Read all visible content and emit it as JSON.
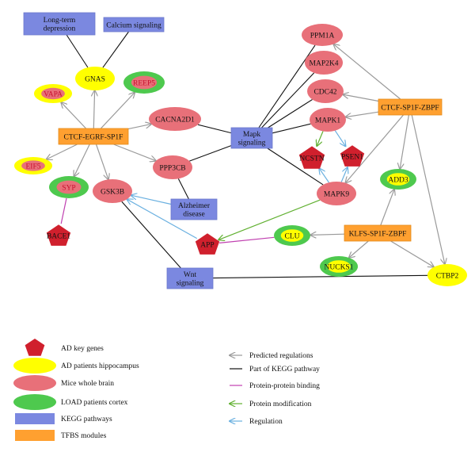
{
  "nodes": {
    "long_term_depression": {
      "label_lines": [
        "Long-term",
        "depression"
      ],
      "type": "kegg"
    },
    "calcium_signaling": {
      "label_lines": [
        "Calcium signaling"
      ],
      "type": "kegg"
    },
    "gnas": {
      "label_lines": [
        "GNAS"
      ],
      "type": "ad_hippocampus"
    },
    "vapa": {
      "label_lines": [
        "VAPA"
      ],
      "type": "ad_hippocampus_mice"
    },
    "reep5": {
      "label_lines": [
        "REEP5"
      ],
      "type": "load_cortex_mice"
    },
    "ctcf_egrf_sp1f": {
      "label_lines": [
        "CTCF-EGRF-SP1F"
      ],
      "type": "tfbs"
    },
    "cacna2d1": {
      "label_lines": [
        "CACNA2D1"
      ],
      "type": "mice"
    },
    "eif5": {
      "label_lines": [
        "EIF5"
      ],
      "type": "ad_hippocampus_mice"
    },
    "syp": {
      "label_lines": [
        "SYP"
      ],
      "type": "load_cortex_mice"
    },
    "ppp3cb": {
      "label_lines": [
        "PPP3CB"
      ],
      "type": "mice"
    },
    "gsk3b": {
      "label_lines": [
        "GSK3B"
      ],
      "type": "mice"
    },
    "bace1": {
      "label_lines": [
        "BACE1"
      ],
      "type": "ad_key"
    },
    "alzheimer_disease": {
      "label_lines": [
        "Alzheimer",
        "disease"
      ],
      "type": "kegg"
    },
    "app": {
      "label_lines": [
        "APP"
      ],
      "type": "ad_key"
    },
    "wnt_signaling": {
      "label_lines": [
        "Wnt",
        "signaling"
      ],
      "type": "kegg"
    },
    "mapk_signaling": {
      "label_lines": [
        "Mapk",
        "signaling"
      ],
      "type": "kegg"
    },
    "ppm1a": {
      "label_lines": [
        "PPM1A"
      ],
      "type": "mice"
    },
    "map2k4": {
      "label_lines": [
        "MAP2K4"
      ],
      "type": "mice"
    },
    "cdc42": {
      "label_lines": [
        "CDC42"
      ],
      "type": "mice"
    },
    "mapk1": {
      "label_lines": [
        "MAPK1"
      ],
      "type": "mice"
    },
    "ncstn": {
      "label_lines": [
        "NCSTN"
      ],
      "type": "ad_key"
    },
    "psen1": {
      "label_lines": [
        "PSEN1"
      ],
      "type": "ad_key"
    },
    "mapk9": {
      "label_lines": [
        "MAPK9"
      ],
      "type": "mice"
    },
    "ctcf_sp1f_zbpf": {
      "label_lines": [
        "CTCF-SP1F-ZBPF"
      ],
      "type": "tfbs"
    },
    "add3": {
      "label_lines": [
        "ADD3"
      ],
      "type": "load_cortex_hippocampus"
    },
    "klfs_sp1f_zbpf": {
      "label_lines": [
        "KLFS-SP1F-ZBPF"
      ],
      "type": "tfbs"
    },
    "clu": {
      "label_lines": [
        "CLU"
      ],
      "type": "load_cortex_hippocampus"
    },
    "nucks1": {
      "label_lines": [
        "NUCKS1"
      ],
      "type": "load_cortex_hippocampus"
    },
    "ctbp2": {
      "label_lines": [
        "CTBP2"
      ],
      "type": "ad_hippocampus"
    }
  },
  "edges": [
    {
      "from": "long_term_depression",
      "to": "gnas",
      "kind": "kegg"
    },
    {
      "from": "calcium_signaling",
      "to": "gnas",
      "kind": "kegg"
    },
    {
      "from": "ctcf_egrf_sp1f",
      "to": "gnas",
      "kind": "predicted"
    },
    {
      "from": "ctcf_egrf_sp1f",
      "to": "vapa",
      "kind": "predicted"
    },
    {
      "from": "ctcf_egrf_sp1f",
      "to": "reep5",
      "kind": "predicted"
    },
    {
      "from": "ctcf_egrf_sp1f",
      "to": "cacna2d1",
      "kind": "predicted"
    },
    {
      "from": "ctcf_egrf_sp1f",
      "to": "eif5",
      "kind": "predicted"
    },
    {
      "from": "ctcf_egrf_sp1f",
      "to": "syp",
      "kind": "predicted"
    },
    {
      "from": "ctcf_egrf_sp1f",
      "to": "gsk3b",
      "kind": "predicted"
    },
    {
      "from": "ctcf_egrf_sp1f",
      "to": "ppp3cb",
      "kind": "predicted"
    },
    {
      "from": "syp",
      "to": "bace1",
      "kind": "ppi"
    },
    {
      "from": "ppp3cb",
      "to": "alzheimer_disease",
      "kind": "kegg"
    },
    {
      "from": "ppp3cb",
      "to": "mapk_signaling",
      "kind": "kegg"
    },
    {
      "from": "cacna2d1",
      "to": "mapk_signaling",
      "kind": "kegg"
    },
    {
      "from": "ppm1a",
      "to": "mapk_signaling",
      "kind": "kegg"
    },
    {
      "from": "map2k4",
      "to": "mapk_signaling",
      "kind": "kegg"
    },
    {
      "from": "cdc42",
      "to": "mapk_signaling",
      "kind": "kegg"
    },
    {
      "from": "mapk1",
      "to": "mapk_signaling",
      "kind": "kegg"
    },
    {
      "from": "mapk9",
      "to": "mapk_signaling",
      "kind": "kegg"
    },
    {
      "from": "gsk3b",
      "to": "wnt_signaling",
      "kind": "kegg"
    },
    {
      "from": "wnt_signaling",
      "to": "ctbp2",
      "kind": "kegg"
    },
    {
      "from": "app",
      "to": "gsk3b",
      "kind": "regulation"
    },
    {
      "from": "alzheimer_disease",
      "to": "gsk3b",
      "kind": "regulation"
    },
    {
      "from": "clu",
      "to": "app",
      "kind": "ppi"
    },
    {
      "from": "mapk9",
      "to": "app",
      "kind": "modification"
    },
    {
      "from": "mapk1",
      "to": "ncstn",
      "kind": "modification"
    },
    {
      "from": "mapk1",
      "to": "psen1",
      "kind": "regulation"
    },
    {
      "from": "mapk9",
      "to": "ncstn",
      "kind": "regulation"
    },
    {
      "from": "mapk9",
      "to": "psen1",
      "kind": "regulation"
    },
    {
      "from": "ctcf_sp1f_zbpf",
      "to": "ppm1a",
      "kind": "predicted"
    },
    {
      "from": "ctcf_sp1f_zbpf",
      "to": "cdc42",
      "kind": "predicted"
    },
    {
      "from": "ctcf_sp1f_zbpf",
      "to": "mapk1",
      "kind": "predicted"
    },
    {
      "from": "ctcf_sp1f_zbpf",
      "to": "mapk9",
      "kind": "predicted"
    },
    {
      "from": "ctcf_sp1f_zbpf",
      "to": "add3",
      "kind": "predicted"
    },
    {
      "from": "ctcf_sp1f_zbpf",
      "to": "ctbp2",
      "kind": "predicted"
    },
    {
      "from": "klfs_sp1f_zbpf",
      "to": "add3",
      "kind": "predicted"
    },
    {
      "from": "klfs_sp1f_zbpf",
      "to": "clu",
      "kind": "predicted"
    },
    {
      "from": "klfs_sp1f_zbpf",
      "to": "nucks1",
      "kind": "predicted"
    },
    {
      "from": "klfs_sp1f_zbpf",
      "to": "ctbp2",
      "kind": "predicted"
    }
  ],
  "legend": {
    "node_types": [
      {
        "shape": "pentagon",
        "label": "AD key genes"
      },
      {
        "shape": "yellow-ellipse",
        "label": "AD patients hippocampus"
      },
      {
        "shape": "pink-ellipse",
        "label": "Mice whole brain"
      },
      {
        "shape": "green-ellipse",
        "label": "LOAD patients cortex"
      },
      {
        "shape": "blue-rect",
        "label": "KEGG pathways"
      },
      {
        "shape": "orange-rect",
        "label": "TFBS modules"
      }
    ],
    "edge_types": [
      {
        "kind": "predicted",
        "label": "Predicted regulations"
      },
      {
        "kind": "kegg",
        "label": "Part of KEGG pathway"
      },
      {
        "kind": "ppi",
        "label": "Protein-protein binding"
      },
      {
        "kind": "modification",
        "label": "Protein modification"
      },
      {
        "kind": "regulation",
        "label": "Regulation"
      }
    ]
  },
  "colors": {
    "ad_key": "#d0202d",
    "ad_hippocampus": "#ffff00",
    "mice": "#e87079",
    "load_cortex": "#4ec94e",
    "kegg": "#7b88e0",
    "tfbs": "#ffa030",
    "predicted": "#9a9a9a",
    "kegg_edge": "#111111",
    "ppi": "#c040b0",
    "modification": "#60b030",
    "regulation": "#6ab0e0",
    "label_red": "#c8102e"
  }
}
